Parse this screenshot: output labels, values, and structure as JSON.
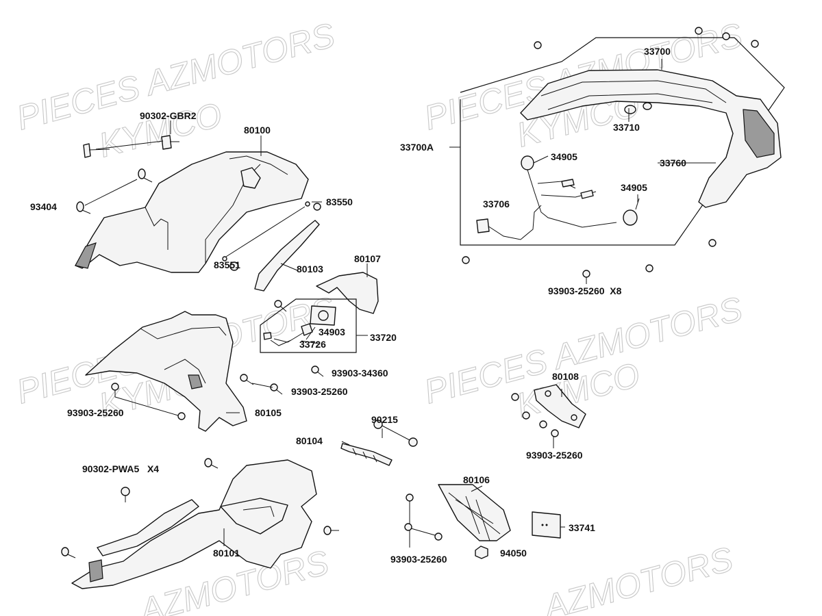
{
  "watermarks": [
    "PIECES AZMOTORS",
    "KYMCO",
    "PIECES AZMOTORS",
    "KYMCO",
    "PIECES AZMOTORS",
    "KYMCO",
    "PIECES AZMOTORS",
    "KYMCO",
    "AZMOTORS",
    "AZMOTORS"
  ],
  "labels": {
    "p90302gbr2": "90302-GBR2",
    "p80100": "80100",
    "p93404": "93404",
    "p83550": "83550",
    "p83551": "83551",
    "p80103": "80103",
    "p80107": "80107",
    "p34903": "34903",
    "p33726": "33726",
    "p33720": "33720",
    "p93903_34360": "93903-34360",
    "p93903_25260_a": "93903-25260",
    "p93903_25260_b": "93903-25260",
    "p80105": "80105",
    "p90215": "90215",
    "p80104": "80104",
    "p90302pwa5": "90302-PWA5   X4",
    "p80101": "80101",
    "p80106": "80106",
    "p93903_25260_c": "93903-25260",
    "p94050": "94050",
    "p33741": "33741",
    "p80108": "80108",
    "p93903_25260_d": "93903-25260",
    "p33700": "33700",
    "p33700a": "33700A",
    "p33710": "33710",
    "p34905_a": "34905",
    "p33760": "33760",
    "p34905_b": "34905",
    "p33706": "33706",
    "p93903_25260_x8": "93903-25260  X8"
  }
}
